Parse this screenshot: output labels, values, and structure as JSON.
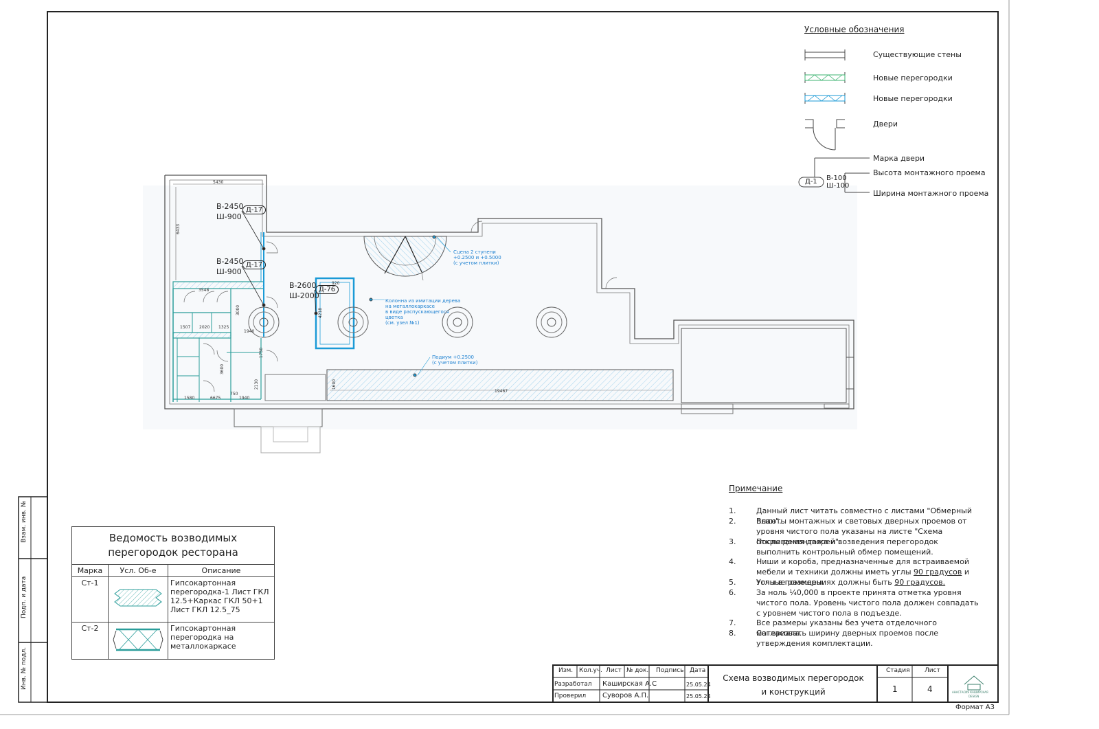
{
  "legend": {
    "title": "Условные обозначения",
    "items": [
      {
        "key": "existing_walls",
        "label": "Существующие стены"
      },
      {
        "key": "new_partitions_green",
        "label": "Новые перегородки"
      },
      {
        "key": "new_partitions_blue",
        "label": "Новые перегородки"
      },
      {
        "key": "doors",
        "label": "Двери"
      }
    ],
    "door_mark_example": {
      "mark": "Д-1",
      "height_value": "В-100",
      "width_value": "Ш-100",
      "mark_label": "Марка двери",
      "height_label": "Высота монтажного проема",
      "width_label": "Ширина монтажного проема"
    }
  },
  "plan": {
    "doors": [
      {
        "height": "В-2450",
        "width": "Ш-900",
        "mark": "Д-17"
      },
      {
        "height": "В-2450",
        "width": "Ш-900",
        "mark": "Д-17"
      },
      {
        "height": "В-2600",
        "width": "Ш-2000",
        "mark": "Д-76"
      }
    ],
    "annotations": {
      "stage": [
        "Сцена 2 ступени",
        "+0.2500 и +0.5000",
        "(с учетом плитки)"
      ],
      "column": [
        "Колонна из имитации дерева",
        "на металлокаркасе",
        "в виде распускающегося",
        "цветка",
        "(см. узел №1)"
      ],
      "podium": [
        "Подиум +0.2500",
        "(с учетом плитки)"
      ]
    },
    "dimensions": [
      "5430",
      "6433",
      "3548",
      "3000",
      "1507",
      "2020",
      "1325",
      "1940",
      "920",
      "4218",
      "1580",
      "6675",
      "1940",
      "750",
      "3600",
      "2130",
      "1750",
      "19467",
      "1600"
    ]
  },
  "schedule": {
    "title": "Ведомость возводимых перегородок ресторана",
    "headers": [
      "Марка",
      "Усл. Об-е",
      "Описание"
    ],
    "rows": [
      {
        "mark": "Ст-1",
        "description": "Гипсокартонная перегородка-1 Лист ГКЛ 12.5+Каркас ГКЛ 50+1 Лист ГКЛ 12.5_75"
      },
      {
        "mark": "Ст-2",
        "description": "Гипсокартонная перегородка на металлокаркасе"
      }
    ]
  },
  "notes": {
    "title": "Примечание",
    "items": [
      {
        "num": "1.",
        "text": "Данный лист читать совместно с листами \"Обмерный план\"."
      },
      {
        "num": "2.",
        "text": "Высоты монтажных и световых дверных проемов от уровня чистого пола указаны на листе \"Схема открывания дверей\"."
      },
      {
        "num": "3.",
        "text": "После демонтажа и возведения перегородок выполнить контрольный обмер помещений."
      },
      {
        "num": "4.",
        "text_before": "Ниши и короба, предназначенные для встраиваемой мебели и техники должны иметь углы ",
        "text_emph": "90 градусов",
        "text_after": " и точные размеры."
      },
      {
        "num": "5.",
        "text_before": "Углы в помещениях должны быть ",
        "text_emph": "90 градусов.",
        "text_after": ""
      },
      {
        "num": "6.",
        "text": "За ноль ¼0,000 в проекте принята отметка уровня чистого пола. Уровень чистого пола должен совпадать с уровнем чистого пола в подъезде."
      },
      {
        "num": "7.",
        "text": "Все размеры указаны без учета отделочного материала."
      },
      {
        "num": "8.",
        "text": "Согласовать ширину дверных проемов после утверждения комплектации."
      }
    ]
  },
  "title_block": {
    "headers": [
      "Изм.",
      "Кол.уч.",
      "Лист",
      "№ док.",
      "Подпись",
      "Дата"
    ],
    "developed_label": "Разработал",
    "developed_name": "Каширская А.С",
    "developed_date": "25.05.24",
    "checked_label": "Проверил",
    "checked_name": "Суворов А.П.",
    "checked_date": "25.05.24",
    "sheet_title": "Схема возводимых перегородок и конструкций",
    "stage_label": "Стадия",
    "stage_value": "1",
    "sheet_label": "Лист",
    "sheet_value": "4",
    "logo_text": "АНАСТАСИЯ КАШИРСКАЯ",
    "logo_sub": "DESIGN",
    "format": "Формат А3"
  },
  "side_stamp": [
    "Взам. инв. №",
    "Подп. и дата",
    "Инв. № подл."
  ],
  "colors": {
    "line": "#333333",
    "blue": "#1a9ad6",
    "blue_hatch": "#6fb8e0",
    "green": "#3cb371",
    "teal": "#2a9d9a"
  }
}
